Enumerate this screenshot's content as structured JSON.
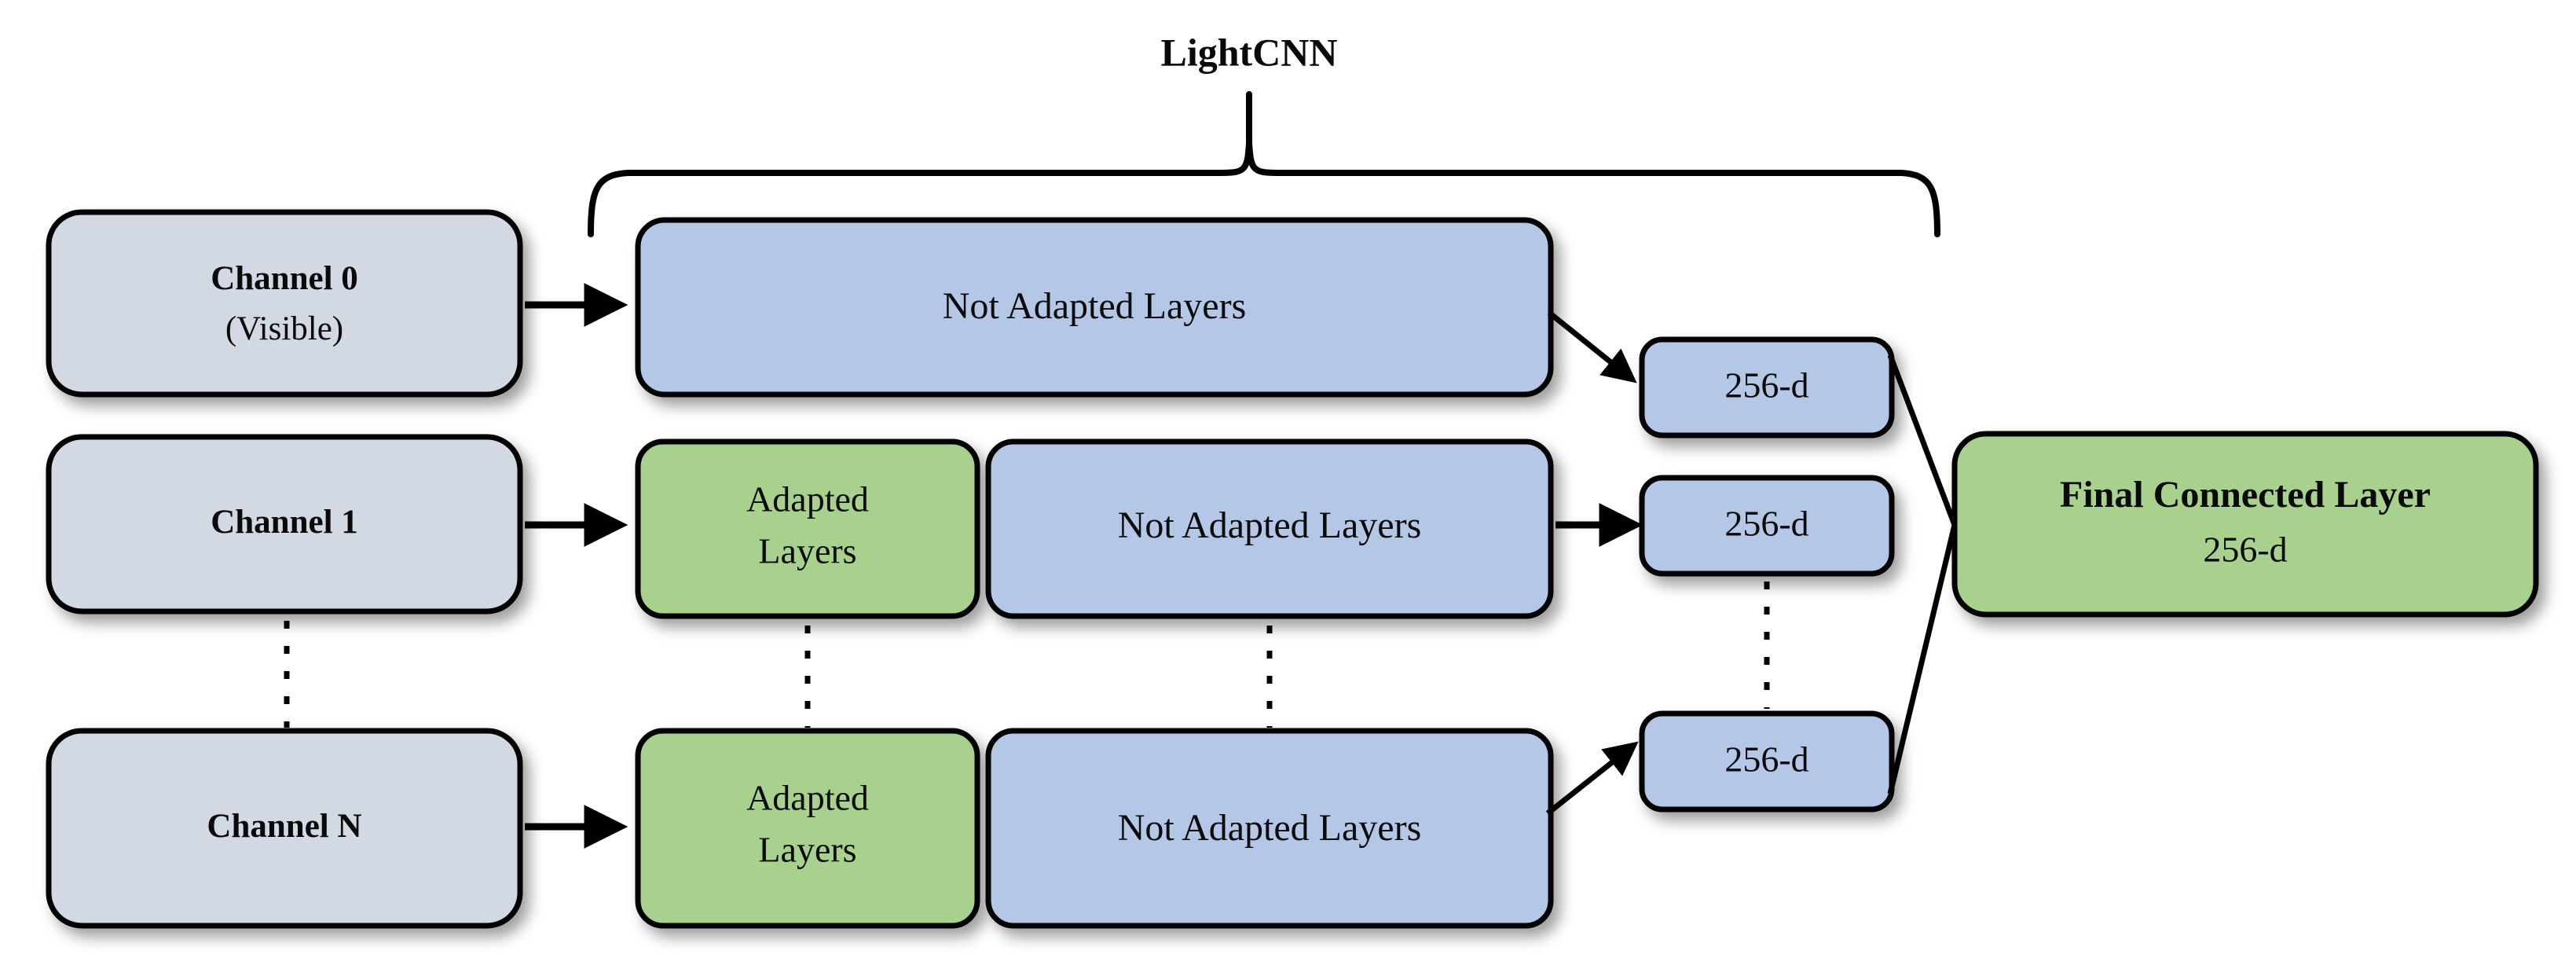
{
  "figure": {
    "type": "block-diagram",
    "background_color": "#ffffff",
    "title_annotation": "LightCNN"
  },
  "palette": {
    "channel_box_fill": "#D3D9E3",
    "not_adapted_fill": "#B4C7E7",
    "adapted_fill": "#A9D18E",
    "feature_fill": "#B4C7E7",
    "final_layer_fill": "#A9D18E",
    "stroke": "#000000",
    "text": "#0A0A0A"
  },
  "brace": {
    "label": "LightCNN"
  },
  "rows": [
    {
      "id": "row-0",
      "channel": {
        "line1": "Channel 0",
        "line2": "(Visible)"
      },
      "adapted": null,
      "not_adapted": "Not Adapted Layers",
      "feature": "256-d"
    },
    {
      "id": "row-1",
      "channel": {
        "line1": "Channel 1",
        "line2": ""
      },
      "adapted": "Adapted Layers",
      "adapted_line1": "Adapted",
      "adapted_line2": "Layers",
      "not_adapted": "Not Adapted Layers",
      "feature": "256-d"
    },
    {
      "id": "row-n",
      "channel": {
        "line1": "Channel N",
        "line2": ""
      },
      "adapted": "Adapted Layers",
      "adapted_line1": "Adapted",
      "adapted_line2": "Layers",
      "not_adapted": "Not Adapted Layers",
      "feature": "256-d"
    }
  ],
  "final_layer": {
    "line1": "Final Connected Layer",
    "line2": "256-d"
  },
  "ellipsis": {
    "note": "vertical dotted continuation lines between row 1 and row N"
  }
}
